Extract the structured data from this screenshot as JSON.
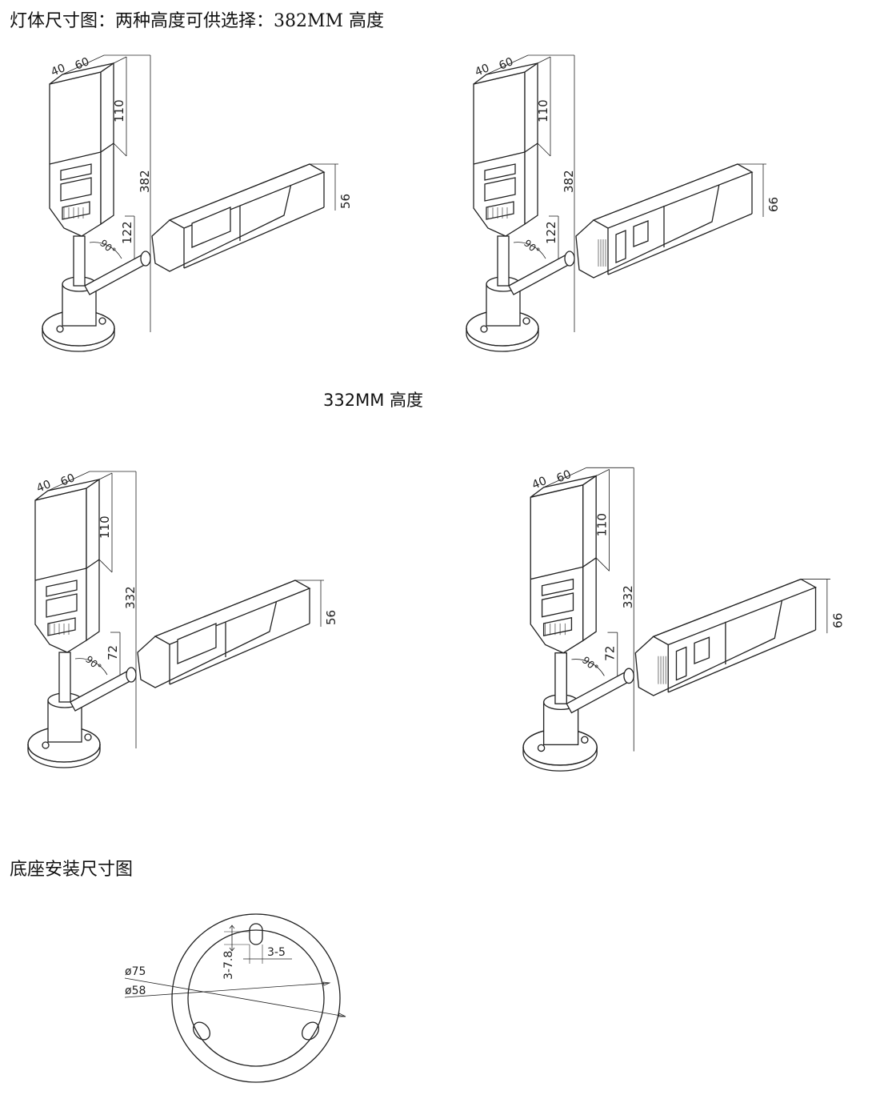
{
  "headings": {
    "main": "灯体尺寸图：两种高度可供选择：382MM 高度",
    "second": "332MM 高度",
    "base": "底座安装尺寸图"
  },
  "lamps": [
    {
      "depth": "40",
      "width": "60",
      "head": "110",
      "total": "382",
      "arm": "122",
      "side": "56",
      "angle": "90°"
    },
    {
      "depth": "40",
      "width": "60",
      "head": "110",
      "total": "382",
      "arm": "122",
      "side": "66",
      "angle": "90°"
    },
    {
      "depth": "40",
      "width": "60",
      "head": "110",
      "total": "332",
      "arm": "72",
      "side": "56",
      "angle": "90°"
    },
    {
      "depth": "40",
      "width": "60",
      "head": "110",
      "total": "332",
      "arm": "72",
      "side": "66",
      "angle": "90°"
    }
  ],
  "base_plate": {
    "outer_diameter": "ø75",
    "inner_diameter": "ø58",
    "slot_length": "3-7.8",
    "slot_width": "3-5"
  }
}
